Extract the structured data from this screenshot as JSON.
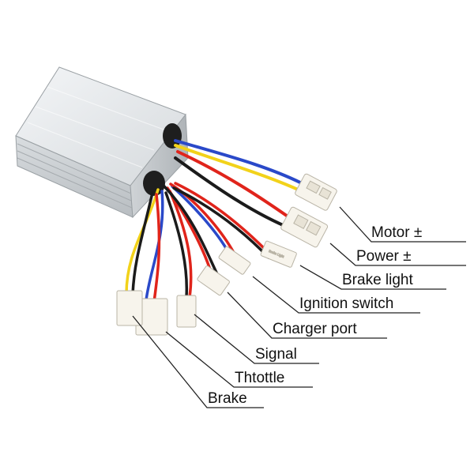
{
  "labels": {
    "motor": "Motor ±",
    "power": "Power ±",
    "brake_light": "Brake light",
    "ignition_switch": "Ignition switch",
    "charger_port": "Charger port",
    "signal": "Signal",
    "throttle": "Thtottle",
    "brake": "Brake"
  },
  "connector_tag": "Brake Light",
  "colors": {
    "housing": "#dfe3e6",
    "wire_red": "#e0241b",
    "wire_blue": "#2a49c9",
    "wire_yellow": "#f2d21a",
    "wire_black": "#1b1b1b",
    "connector": "#f7f4ec"
  }
}
